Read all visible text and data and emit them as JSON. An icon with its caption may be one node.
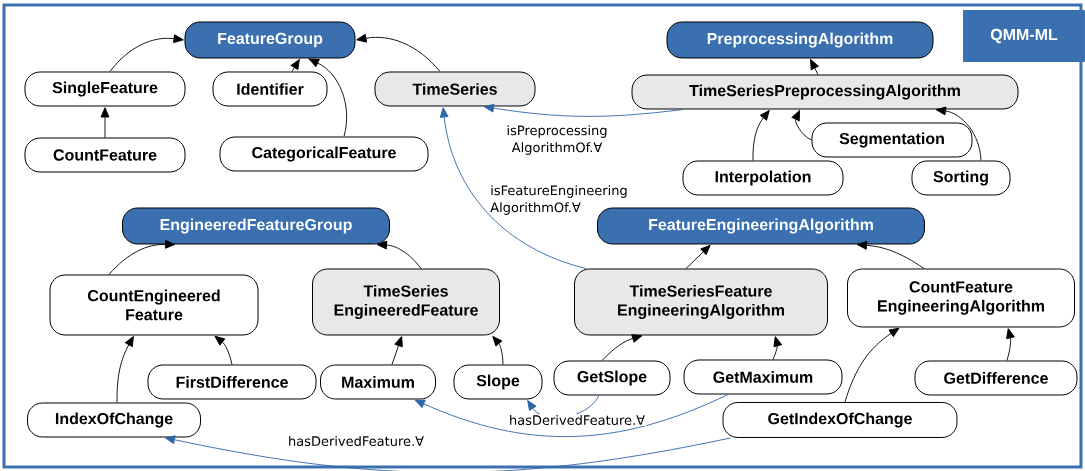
{
  "diagram": {
    "nodes": [
      {
        "text": [
          "FeatureGroup"
        ]
      },
      {
        "text": [
          "SingleFeature"
        ]
      },
      {
        "text": [
          "Identifier"
        ]
      },
      {
        "text": [
          "TimeSeries"
        ]
      },
      {
        "text": [
          "CountFeature"
        ]
      },
      {
        "text": [
          "CategoricalFeature"
        ]
      },
      {
        "text": [
          "PreprocessingAlgorithm"
        ]
      },
      {
        "text": [
          "QMM-ML"
        ]
      },
      {
        "text": [
          "TimeSeriesPreprocessingAlgorithm"
        ]
      },
      {
        "text": [
          "Segmentation"
        ]
      },
      {
        "text": [
          "Interpolation"
        ]
      },
      {
        "text": [
          "Sorting"
        ]
      },
      {
        "text": [
          "EngineeredFeatureGroup"
        ]
      },
      {
        "text": [
          "FeatureEngineeringAlgorithm"
        ]
      },
      {
        "text": [
          "CountEngineered Feature"
        ]
      },
      {
        "text": [
          "TimeSeries EngineeredFeature"
        ]
      },
      {
        "text": [
          "TimeSeriesFeature EngineeringAlgorithm"
        ]
      },
      {
        "text": [
          "CountFeature EngineeringAlgorithm"
        ]
      },
      {
        "text": [
          "FirstDifference"
        ]
      },
      {
        "text": [
          "Maximum"
        ]
      },
      {
        "text": [
          "Slope"
        ]
      },
      {
        "text": [
          "GetSlope"
        ]
      },
      {
        "text": [
          "GetMaximum"
        ]
      },
      {
        "text": [
          "GetDifference"
        ]
      },
      {
        "text": [
          "IndexOfChange"
        ]
      },
      {
        "text": [
          "GetIndexOfChange"
        ]
      }
    ],
    "edges": [
      {
        "from": 1,
        "to": 0,
        "arrow": "to"
      },
      {
        "from": 2,
        "to": 0,
        "arrow": "to"
      },
      {
        "from": 5,
        "to": 0,
        "arrow": "to"
      },
      {
        "from": 3,
        "to": 0,
        "arrow": "to"
      },
      {
        "from": 4,
        "to": 1,
        "arrow": "to"
      },
      {
        "from": 8,
        "to": 6,
        "arrow": "to"
      },
      {
        "from": 10,
        "to": 8,
        "arrow": "to"
      },
      {
        "from": 9,
        "to": 8,
        "arrow": "to"
      },
      {
        "from": 11,
        "to": 8,
        "arrow": "to"
      },
      {
        "from": 8,
        "to": 3,
        "arrow": "to",
        "label": "isPreprocessing AlgorithmOf.∀",
        "color": "#2f66a6"
      },
      {
        "from": 14,
        "to": 12,
        "arrow": "to"
      },
      {
        "from": 15,
        "to": 12,
        "arrow": "to"
      },
      {
        "from": 16,
        "to": 13,
        "arrow": "to"
      },
      {
        "from": 17,
        "to": 13,
        "arrow": "to"
      },
      {
        "from": 16,
        "to": 3,
        "arrow": "to",
        "label": "isFeatureEngineering AlgorithmOf.∀",
        "color": "#2f66a6"
      },
      {
        "from": 24,
        "to": 14,
        "arrow": "to"
      },
      {
        "from": 18,
        "to": 14,
        "arrow": "to"
      },
      {
        "from": 19,
        "to": 15,
        "arrow": "to"
      },
      {
        "from": 20,
        "to": 15,
        "arrow": "to"
      },
      {
        "from": 21,
        "to": 16,
        "arrow": "to"
      },
      {
        "from": 22,
        "to": 16,
        "arrow": "to"
      },
      {
        "from": 25,
        "to": 17,
        "arrow": "to"
      },
      {
        "from": 23,
        "to": 17,
        "arrow": "to"
      },
      {
        "from": 21,
        "to": 20,
        "arrow": "to",
        "color": "#2f66a6"
      },
      {
        "from": 22,
        "to": 19,
        "arrow": "to",
        "label": "hasDerivedFeature.∀",
        "color": "#2f66a6"
      },
      {
        "from": 25,
        "to": 24,
        "arrow": "to",
        "label": "hasDerivedFeature.∀",
        "color": "#2f66a6"
      }
    ]
  }
}
